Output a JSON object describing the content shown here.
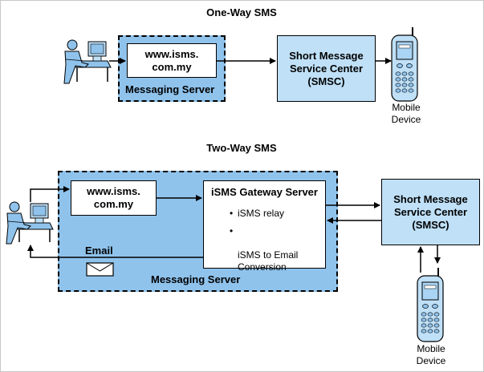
{
  "one_way": {
    "title": "One-Way SMS",
    "website": "www.isms.\ncom.my",
    "server_label": "Messaging Server",
    "smsc": "Short Message\nService Center\n(SMSC)",
    "device_caption": "Mobile\nDevice"
  },
  "two_way": {
    "title": "Two-Way SMS",
    "website": "www.isms.\ncom.my",
    "gateway_title": "iSMS Gateway Server",
    "bullets": [
      "iSMS relay",
      "iSMS to Email\nConversion"
    ],
    "bullet_symbol": "•",
    "email_label": "Email",
    "server_label": "Messaging Server",
    "smsc": "Short Message\nService Center\n(SMSC)",
    "device_caption": "Mobile\nDevice"
  },
  "colors": {
    "server_fill": "#8fc3ec",
    "smsc_fill": "#bfe0f7",
    "device_screen": "#a9d4f3",
    "line": "#000000"
  },
  "icons": [
    "user-at-computer-icon",
    "mobile-phone-icon",
    "envelope-icon"
  ]
}
